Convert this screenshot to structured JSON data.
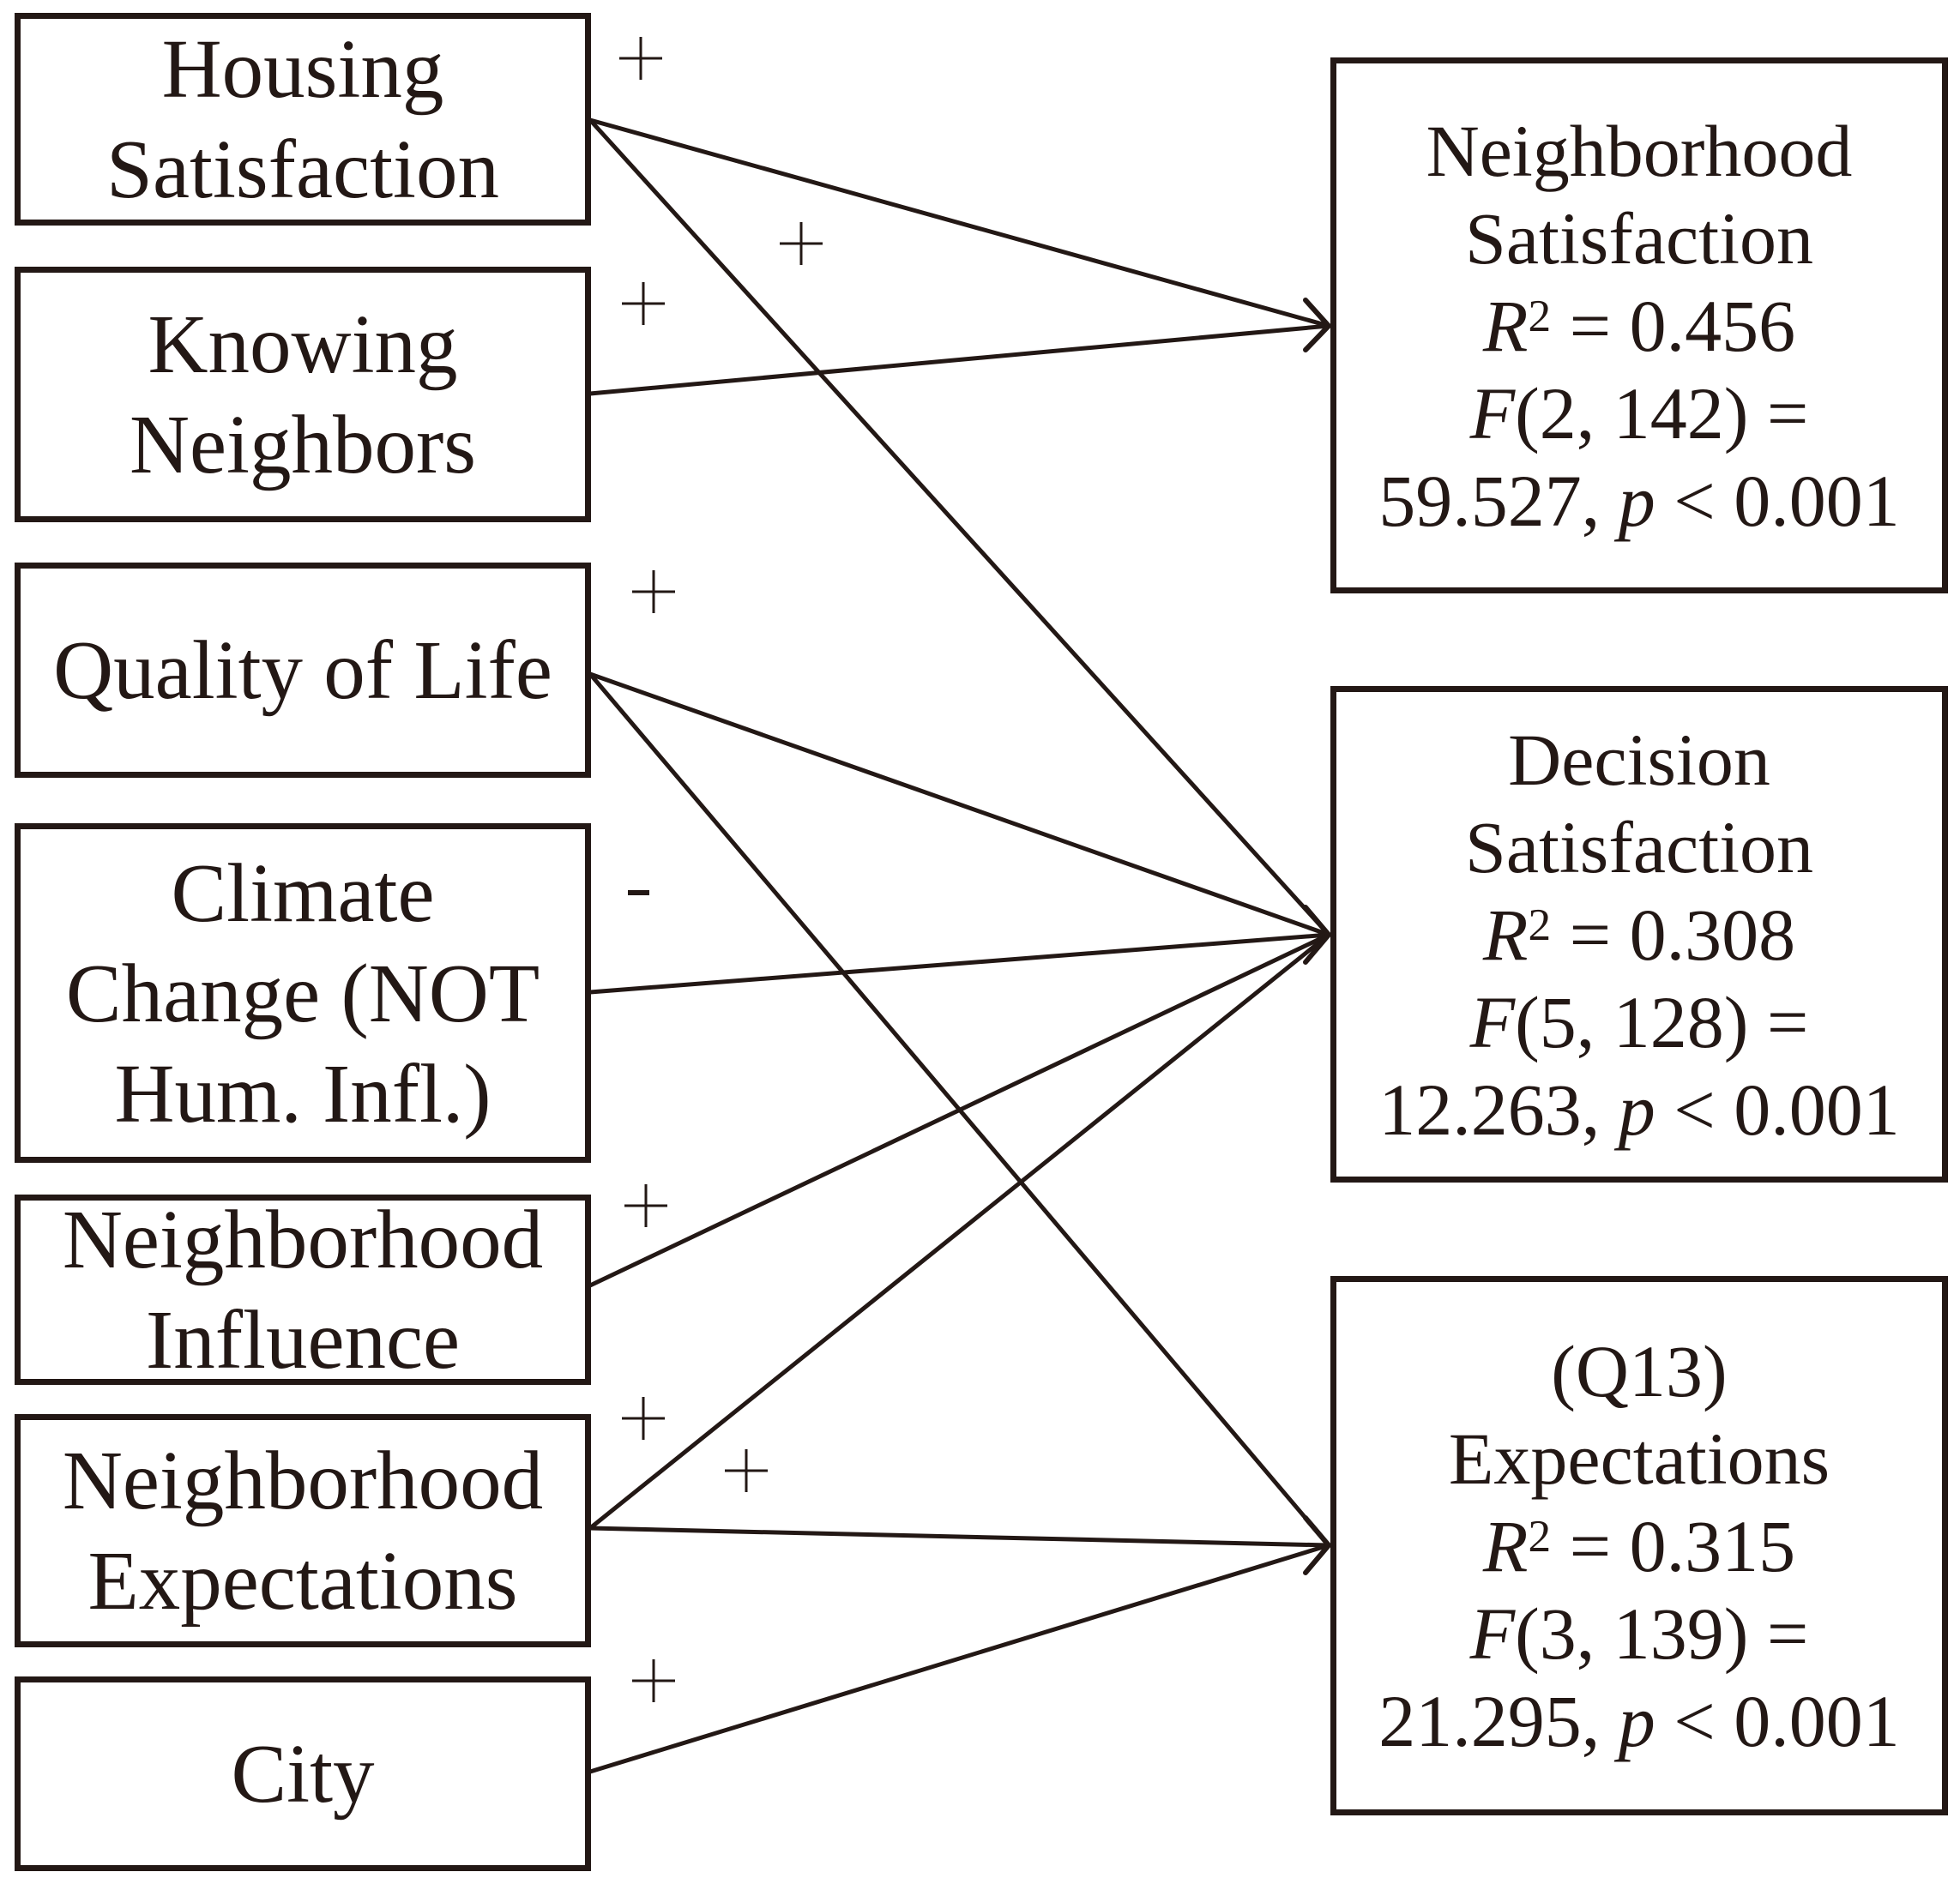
{
  "diagram": {
    "type": "path-model",
    "predictors": [
      {
        "id": "housing",
        "lines": [
          "Housing",
          "Satisfaction"
        ]
      },
      {
        "id": "knowing",
        "lines": [
          "Knowing",
          "Neighbors"
        ]
      },
      {
        "id": "qol",
        "lines": [
          "Quality of Life"
        ]
      },
      {
        "id": "climate",
        "lines": [
          "Climate",
          "Change (NOT",
          "Hum. Infl.)"
        ]
      },
      {
        "id": "ninfluence",
        "lines": [
          "Neighborhood",
          "Influence"
        ]
      },
      {
        "id": "nexpect",
        "lines": [
          "Neighborhood",
          "Expectations"
        ]
      },
      {
        "id": "city",
        "lines": [
          "City"
        ]
      }
    ],
    "outcomes": [
      {
        "id": "nsat",
        "lines": [
          "Neighborhood",
          "Satisfaction"
        ],
        "r2_label": "R",
        "r2_exp": "2",
        "r2_value": "= 0.456",
        "f_label": "F",
        "f_args": "(2, 142) =",
        "f_value": "59.527,",
        "p_label": "p",
        "p_value": "< 0.001"
      },
      {
        "id": "dsat",
        "lines": [
          "Decision",
          "Satisfaction"
        ],
        "r2_label": "R",
        "r2_exp": "2",
        "r2_value": "= 0.308",
        "f_label": "F",
        "f_args": "(5, 128) =",
        "f_value": "12.263,",
        "p_label": "p",
        "p_value": "< 0.001"
      },
      {
        "id": "expect",
        "lines": [
          "(Q13)",
          "Expectations"
        ],
        "r2_label": "R",
        "r2_exp": "2",
        "r2_value": "= 0.315",
        "f_label": "F",
        "f_args": "(3, 139) =",
        "f_value": "21.295,",
        "p_label": "p",
        "p_value": "< 0.001"
      }
    ],
    "edges": [
      {
        "from": "housing",
        "to": "nsat",
        "sign": "+"
      },
      {
        "from": "knowing",
        "to": "nsat",
        "sign": "+"
      },
      {
        "from": "housing",
        "to": "dsat",
        "sign": "+"
      },
      {
        "from": "qol",
        "to": "dsat",
        "sign": "+"
      },
      {
        "from": "climate",
        "to": "dsat",
        "sign": "-"
      },
      {
        "from": "ninfluence",
        "to": "dsat",
        "sign": "+"
      },
      {
        "from": "nexpect",
        "to": "dsat",
        "sign": "+"
      },
      {
        "from": "qol",
        "to": "expect",
        "sign": "+"
      },
      {
        "from": "nexpect",
        "to": "expect",
        "sign": "+"
      },
      {
        "from": "city",
        "to": "expect",
        "sign": "+"
      }
    ],
    "colors": {
      "ink": "#231815",
      "background": "#ffffff"
    }
  }
}
